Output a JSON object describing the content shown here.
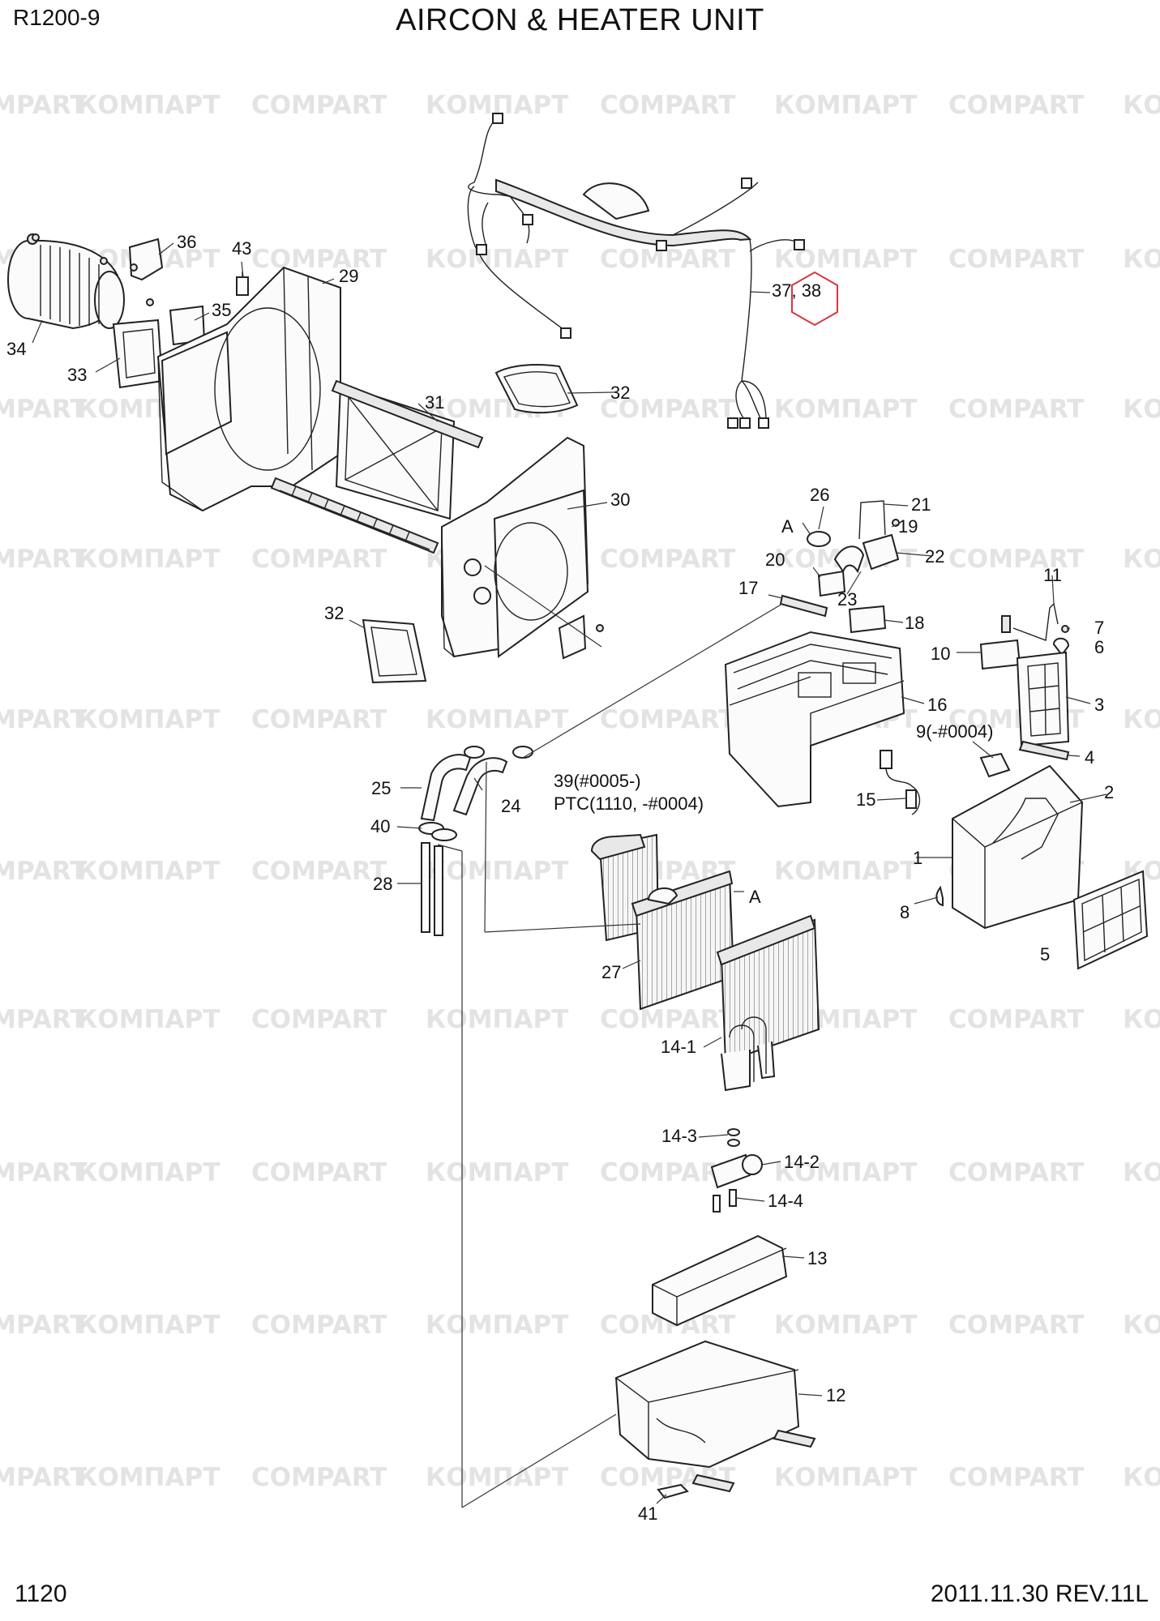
{
  "header": {
    "model": "R1200-9",
    "title": "AIRCON & HEATER UNIT"
  },
  "footer": {
    "page_number": "1120",
    "revision": "2011.11.30  REV.11L"
  },
  "watermark": {
    "latin": "COMPART",
    "cyrillic": "КОМПАРТ"
  },
  "callouts": {
    "c1": "1",
    "c2": "2",
    "c3": "3",
    "c4": "4",
    "c5": "5",
    "c6": "6",
    "c7": "7",
    "c8": "8",
    "c9": "9(-#0004)",
    "c10": "10",
    "c11": "11",
    "c12": "12",
    "c13": "13",
    "c14_1": "14-1",
    "c14_2": "14-2",
    "c14_3": "14-3",
    "c14_4": "14-4",
    "c15": "15",
    "c16": "16",
    "c17": "17",
    "c18": "18",
    "c19": "19",
    "c20": "20",
    "c21": "21",
    "c22": "22",
    "c23": "23",
    "c24": "24",
    "c25": "25",
    "c26": "26",
    "c27": "27",
    "c28": "28",
    "c29": "29",
    "c30": "30",
    "c31": "31",
    "c32a": "32",
    "c32b": "32",
    "c33": "33",
    "c34": "34",
    "c35": "35",
    "c36": "36",
    "c37_38": "37, 38",
    "c39": "39(#0005-)",
    "c39_ptc": "PTC(1110, -#0004)",
    "c40": "40",
    "c41": "41",
    "c43": "43",
    "ref_a1": "A",
    "ref_a2": "A"
  },
  "highlight_color": "#d9363e"
}
